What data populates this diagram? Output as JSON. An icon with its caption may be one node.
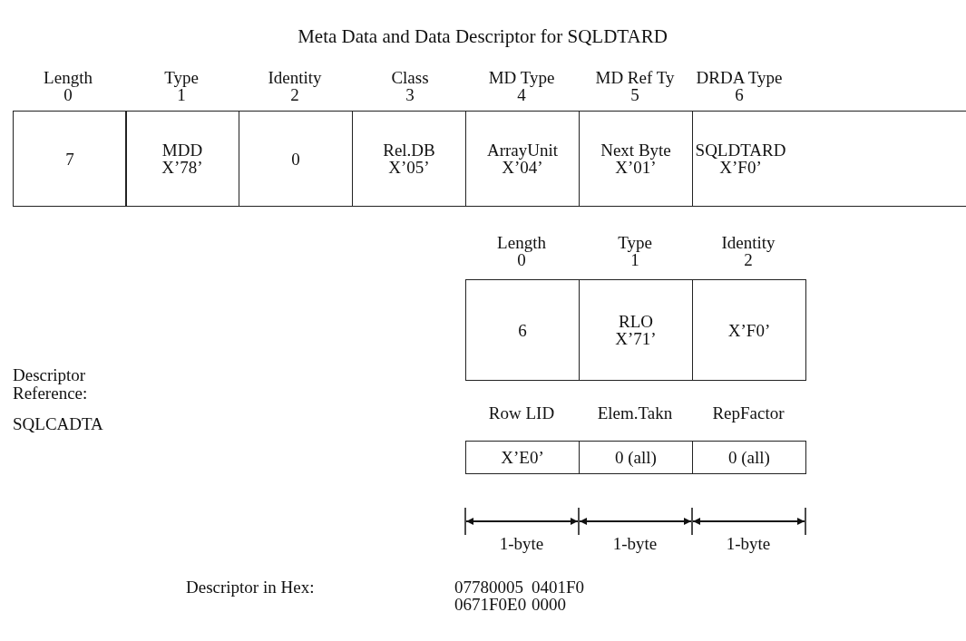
{
  "diagram": {
    "title": "Meta Data and Data Descriptor for SQLDTARD",
    "labels": [
      "Length",
      "0",
      "Type",
      "1",
      "Identity",
      "2",
      "Class",
      "3",
      "MD Type",
      "4",
      "MD Ref Ty",
      "5",
      "DRDA Type",
      "6",
      "7",
      "MDD",
      "X’78’",
      "0",
      "Rel.DB",
      "X’05’",
      "ArrayUnit",
      "X’04’",
      "Next Byte",
      "X’01’",
      "SQLDTARD",
      "X’F0’",
      "Length",
      "0",
      "Type",
      "1",
      "Identity",
      "2",
      "6",
      "RLO",
      "X’71’",
      "X’F0’",
      "Descriptor Reference:",
      "Row LID",
      "Elem.Takn",
      "RepFactor",
      "SQLCADTA",
      "X’E0’",
      "0 (all)",
      "0 (all)",
      "1-byte",
      "1-byte",
      "1-byte",
      "Descriptor in Hex:",
      "07780005",
      "0401F0",
      "0671F0E0",
      "0000"
    ]
  }
}
